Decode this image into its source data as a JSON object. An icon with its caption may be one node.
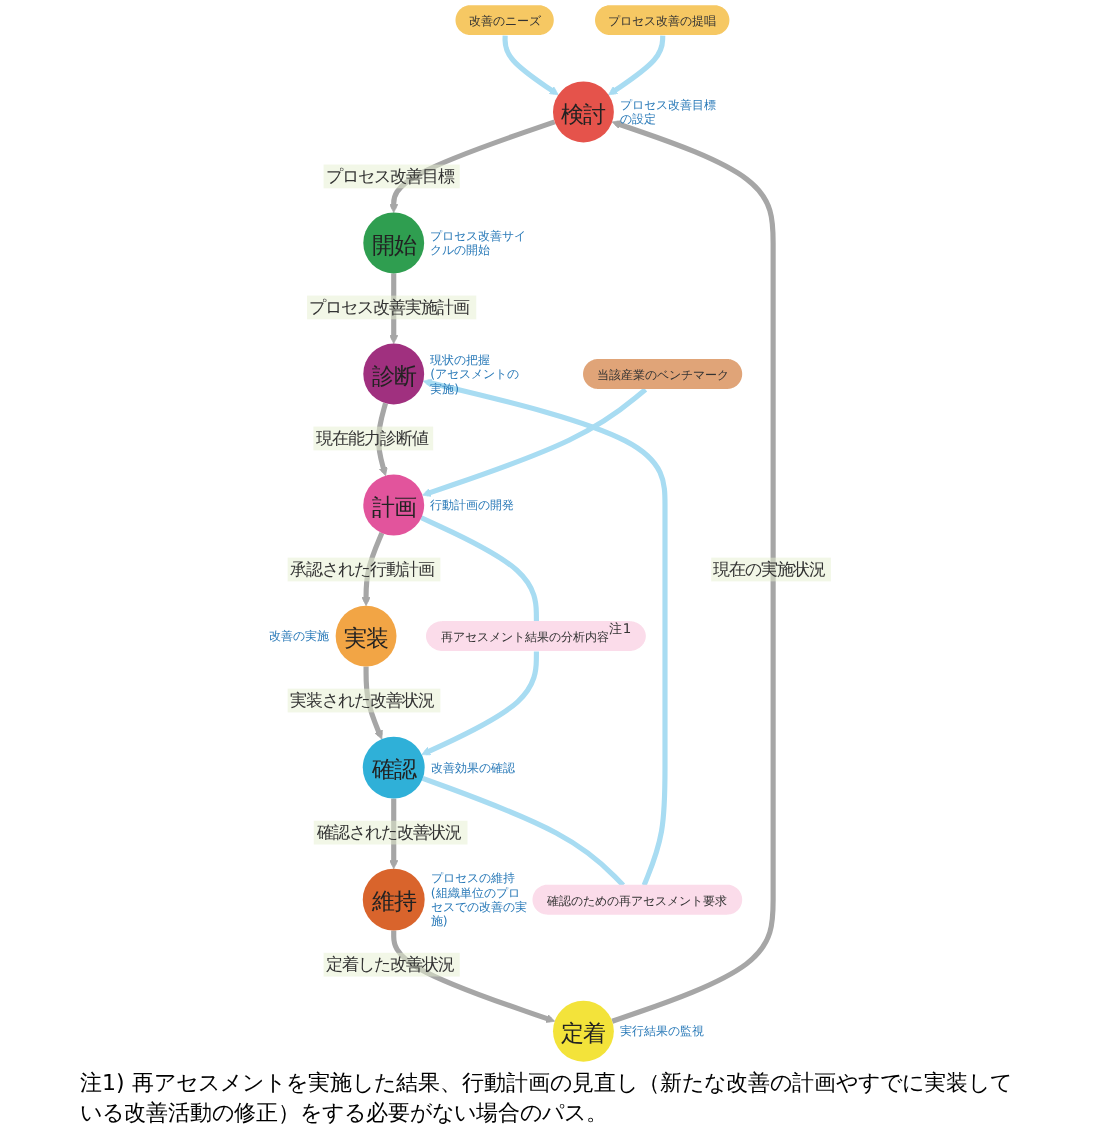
{
  "diagram": {
    "nodes": [
      {
        "text": [
          "改善のニーズ"
        ]
      },
      {
        "text": [
          "プロセス改善の提唱"
        ]
      },
      {
        "text": [
          "検討"
        ],
        "beside": [
          "プロセス改善目標の設定"
        ]
      },
      {
        "text": [
          "開始"
        ],
        "beside": [
          "プロセス改善サイクルの開始"
        ]
      },
      {
        "text": [
          "診断"
        ],
        "beside": [
          "現状の把握",
          "(アセスメントの実施)"
        ]
      },
      {
        "text": [
          "計画"
        ],
        "beside": [
          "行動計画の開発"
        ]
      },
      {
        "text": [
          "当該産業のベンチマーク"
        ]
      },
      {
        "text": [
          "実装"
        ],
        "beside": [
          "改善の実施"
        ]
      },
      {
        "text": [
          "確認"
        ],
        "beside": [
          "改善効果の確認"
        ]
      },
      {
        "text": [
          "維持"
        ],
        "beside": [
          "プロセスの維持",
          "(組織単位のプロセスでの改善の実施)"
        ]
      },
      {
        "text": [
          "定着"
        ],
        "beside": [
          "実行結果の監視"
        ]
      },
      {
        "text": [
          "確認のための再アセスメント要求"
        ]
      },
      {
        "text": [
          "再アセスメント結果の分析内容$^{注1}$"
        ]
      }
    ],
    "edges": [
      {
        "from": 0,
        "to": 2,
        "arrow": "to",
        "color": "#a8dcf2"
      },
      {
        "from": 1,
        "to": 2,
        "arrow": "to",
        "color": "#a8dcf2"
      },
      {
        "from": 2,
        "to": 3,
        "arrow": "to",
        "label": "プロセス改善目標"
      },
      {
        "from": 3,
        "to": 4,
        "arrow": "to",
        "label": "プロセス改善実施計画"
      },
      {
        "from": 4,
        "to": 5,
        "arrow": "to",
        "label": "現在能力診断値"
      },
      {
        "from": 5,
        "to": 7,
        "arrow": "to",
        "label": "承認された行動計画"
      },
      {
        "from": 7,
        "to": 8,
        "arrow": "to",
        "label": "実装された改善状況"
      },
      {
        "from": 8,
        "to": 9,
        "arrow": "to",
        "label": "確認された改善状況"
      },
      {
        "from": 9,
        "to": 10,
        "arrow": "to",
        "label": "定着した改善状況"
      },
      {
        "from": 10,
        "to": 2,
        "arrow": "to",
        "label": "現在の実施状況"
      },
      {
        "from": 8,
        "to": 11,
        "arrow": "none",
        "color": "#a8dcf2"
      },
      {
        "from": 11,
        "to": 4,
        "arrow": "to",
        "color": "#a8dcf2"
      },
      {
        "from": 5,
        "to": 12,
        "arrow": "none",
        "color": "#a8dcf2"
      },
      {
        "from": 12,
        "to": 8,
        "arrow": "to",
        "color": "#a8dcf2"
      },
      {
        "from": 6,
        "to": 5,
        "arrow": "to",
        "color": "#a8dcf2"
      }
    ],
    "caption": "注1) 再アセスメントを実施した結果、行動計画の見直し（新たな改善の計画やすでに実装している改善活動の修正）をする必要がない場合のパス。"
  }
}
